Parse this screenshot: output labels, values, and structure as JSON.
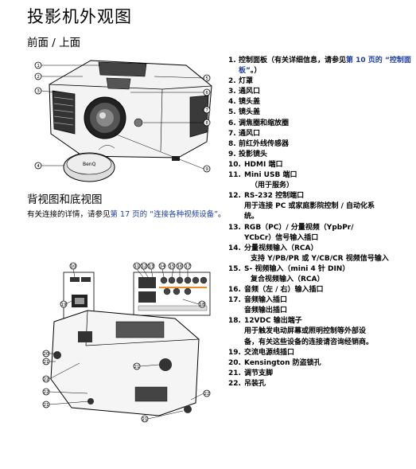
{
  "page_title": "投影机外观图",
  "front_section": {
    "title": "前面 / 上面"
  },
  "rear_section": {
    "title": "背视图和底视图",
    "desc_prefix": "有关连接的详情，请参见",
    "desc_link": "第 17 页的 “连接各种视频设备”",
    "desc_suffix": "。"
  },
  "brand_logo": "BenQ",
  "front_callouts": [
    "1",
    "2",
    "3",
    "4",
    "5",
    "6",
    "7",
    "8",
    "9"
  ],
  "rear_callouts": [
    "10",
    "11",
    "12",
    "13",
    "14",
    "15",
    "16",
    "17",
    "18",
    "19",
    "20",
    "21",
    "22"
  ],
  "items": [
    {
      "n": "1.",
      "t": "控制面板（有关详细信息，请参见",
      "link": "第 10 页的 “控制面板”",
      "after": "。）"
    },
    {
      "n": "2.",
      "t": "灯罩"
    },
    {
      "n": "3.",
      "t": "通风口"
    },
    {
      "n": "4.",
      "t": "镜头盖"
    },
    {
      "n": "5.",
      "t": "镜头盖"
    },
    {
      "n": "6.",
      "t": "调焦圈和缩放圈"
    },
    {
      "n": "7.",
      "t": "通风口"
    },
    {
      "n": "8.",
      "t": "前红外线传感器"
    },
    {
      "n": "9.",
      "t": "投影镜头"
    },
    {
      "n": "10.",
      "t": "HDMI 端口"
    },
    {
      "n": "11.",
      "t": "Mini USB 端口",
      "sub": [
        "（用于服务）"
      ]
    },
    {
      "n": "12.",
      "t": "RS-232 控制端口",
      "cont": [
        "用于连接 PC 或家庭影院控制 / 自动化系",
        "统。"
      ]
    },
    {
      "n": "13.",
      "t": "RGB（PC）/ 分量视频（YpbPr/",
      "cont": [
        "YCbCr）信号输入插口"
      ]
    },
    {
      "n": "14.",
      "t": "分量视频输入（RCA）",
      "sub": [
        "支持 Y/PB/PR 或 Y/CB/CR 视频信号输入"
      ]
    },
    {
      "n": "15.",
      "t": "S- 视频输入（mini 4 针 DIN）",
      "sub": [
        "复合视频输入（RCA）"
      ]
    },
    {
      "n": "16.",
      "t": "音频（左 / 右）输入插口"
    },
    {
      "n": "17.",
      "t": "音频输入插口",
      "cont": [
        "音频输出插口"
      ]
    },
    {
      "n": "18.",
      "t": "12VDC 输出端子",
      "cont": [
        "用于触发电动屏幕或照明控制等外部设",
        "备，有关这些设备的连接请咨询经销商。"
      ]
    },
    {
      "n": "19.",
      "t": "交流电源线插口"
    },
    {
      "n": "20.",
      "t": "Kensington 防盗锁孔"
    },
    {
      "n": "21.",
      "t": "调节支脚"
    },
    {
      "n": "22.",
      "t": "吊装孔"
    }
  ]
}
